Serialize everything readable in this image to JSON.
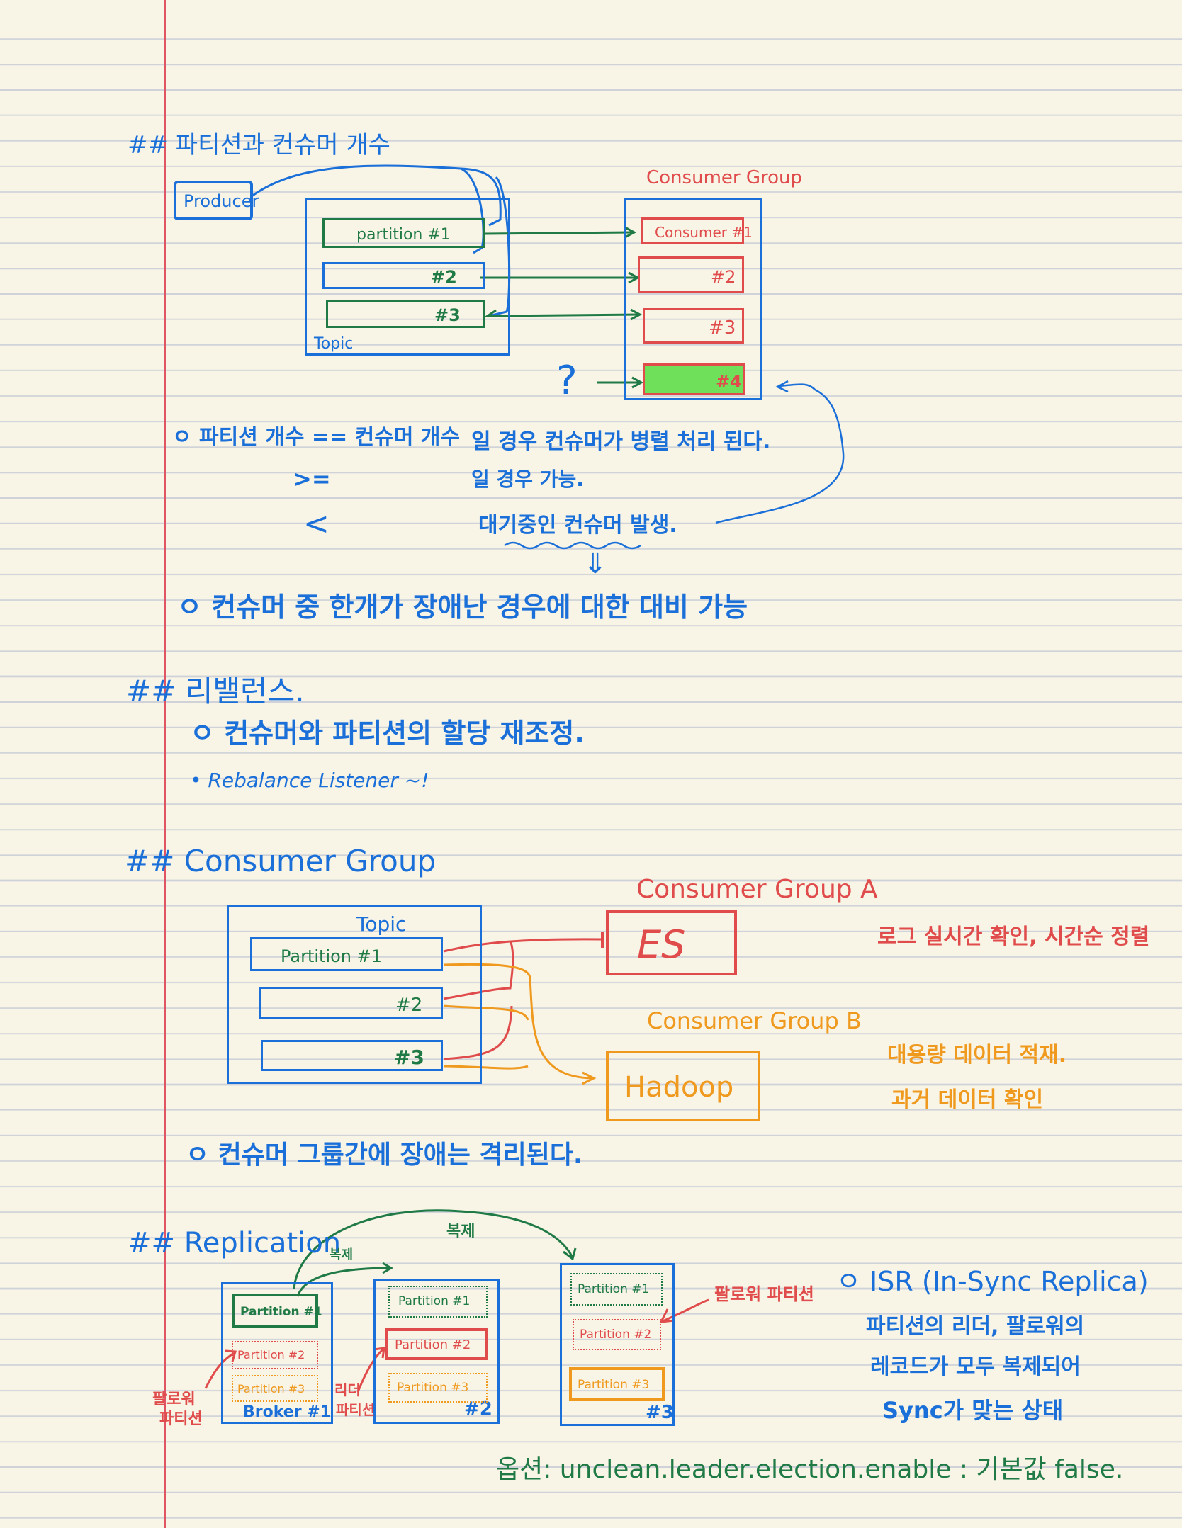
{
  "colors": {
    "blue": "#1a6fd8",
    "red": "#e04b4b",
    "orange": "#ef9a1f",
    "green": "#1f7a45",
    "lime": "#6fe05a"
  },
  "s1": {
    "heading": "## 파티션과 컨슈머 개수",
    "producer": "Producer",
    "topic": "Topic",
    "group": "Consumer Group",
    "partitions": [
      "partition #1",
      "#2",
      "#3"
    ],
    "consumers": [
      "Consumer #1",
      "#2",
      "#3",
      "#4"
    ],
    "question": "?",
    "rules": [
      {
        "op": "ㅇ 파티션 개수 == 컨슈머 개수",
        "text": "일 경우 컨슈머가 병렬 처리 된다."
      },
      {
        "op": ">=",
        "text": "일 경우 가능."
      },
      {
        "op": "<",
        "text": "대기중인 컨슈머 발생."
      }
    ],
    "down_arrow": "⇓",
    "note": "ㅇ 컨슈머 중 한개가 장애난 경우에 대한 대비 가능"
  },
  "s2": {
    "heading": "## 리밸런스.",
    "items": [
      "ㅇ 컨슈머와 파티션의 할당 재조정.",
      "• Rebalance Listener ~!"
    ]
  },
  "s3": {
    "heading": "## Consumer Group",
    "topic": "Topic",
    "partitions": [
      "Partition #1",
      "#2",
      "#3"
    ],
    "group_a": "Consumer Group A",
    "es": "ES",
    "group_b": "Consumer Group B",
    "hadoop": "Hadoop",
    "note_a": "로그 실시간 확인, 시간순 정렬",
    "note_b": [
      "대용량 데이터 적재.",
      "과거 데이터 확인"
    ],
    "note": "ㅇ 컨슈머 그룹간에 장애는 격리된다."
  },
  "s4": {
    "heading": "## Replication",
    "copy1": "복제",
    "copy2": "복제",
    "brokers": [
      {
        "label": "Broker #1",
        "parts": [
          "Partition #1",
          "Partition #2",
          "Partition #3"
        ]
      },
      {
        "label": "#2",
        "parts": [
          "Partition #1",
          "Partition #2",
          "Partition #3"
        ]
      },
      {
        "label": "#3",
        "parts": [
          "Partition #1",
          "Partition #2",
          "Partition #3"
        ]
      }
    ],
    "follower_label": [
      "팔로워",
      "파티션"
    ],
    "leader_label": [
      "리더",
      "파티션"
    ],
    "follower_label2": "팔로워 파티션",
    "isr": [
      "ㅇ ISR (In-Sync Replica)",
      "파티션의 리더, 팔로워의",
      "레코드가 모두 복제되어",
      "Sync가 맞는 상태"
    ],
    "option": "옵션: unclean.leader.election.enable : 기본값 false."
  }
}
